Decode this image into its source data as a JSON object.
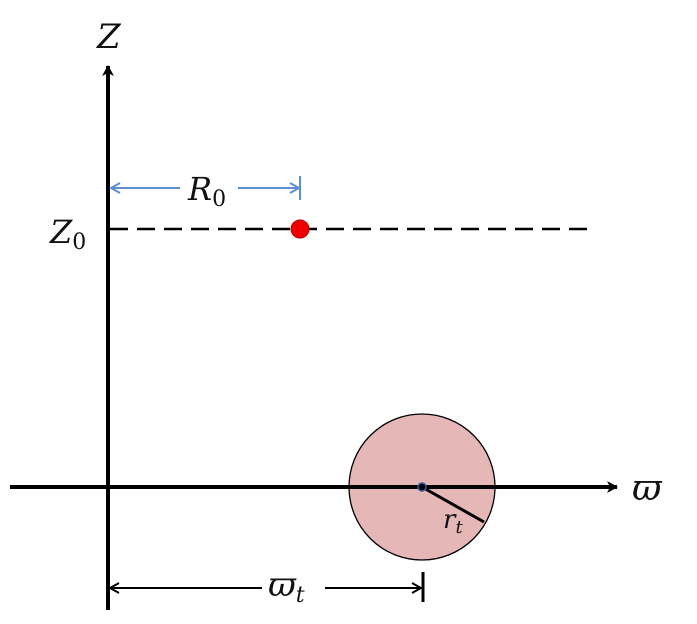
{
  "labels": {
    "z_axis": "Z",
    "w_axis": "ϖ",
    "z0_main": "Z",
    "z0_sub": "0",
    "r0_main": "R",
    "r0_sub": "0",
    "rt_main": "r",
    "rt_sub": "t",
    "wt_main": "ϖ",
    "wt_sub": "t"
  },
  "colors": {
    "axis": "#000000",
    "r0_arrow": "#5b8fd0",
    "point": "#ee0000",
    "circle_fill": "#e5b7b7"
  }
}
